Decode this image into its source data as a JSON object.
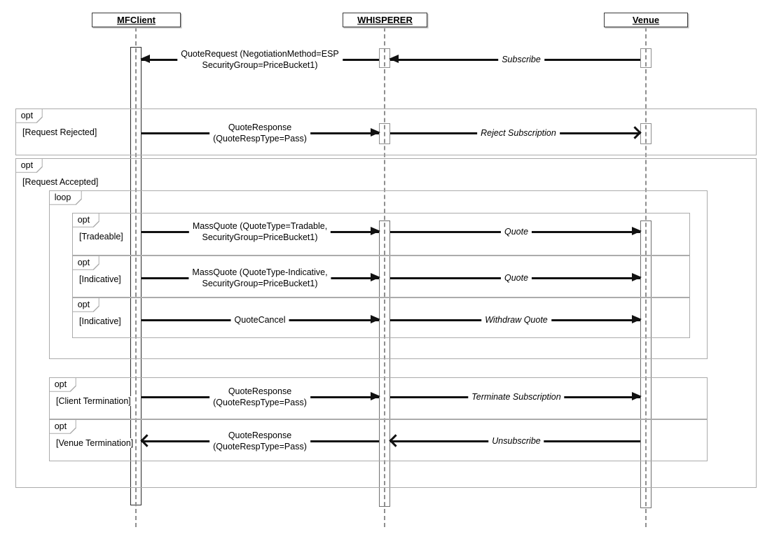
{
  "diagram_type": "uml-sequence-diagram",
  "actors": [
    {
      "name": "MFClient"
    },
    {
      "name": "WHISPERER"
    },
    {
      "name": "Venue"
    }
  ],
  "frames": [
    {
      "operator": "opt",
      "guard": "[Request Rejected]"
    },
    {
      "operator": "opt",
      "guard": "[Request Accepted]"
    },
    {
      "operator": "loop",
      "guard": ""
    },
    {
      "operator": "opt",
      "guard": "[Tradeable]"
    },
    {
      "operator": "opt",
      "guard": "[Indicative]"
    },
    {
      "operator": "opt",
      "guard": "[Indicative]"
    },
    {
      "operator": "opt",
      "guard": "[Client Termination]"
    },
    {
      "operator": "opt",
      "guard": "[Venue Termination]"
    }
  ],
  "messages": [
    {
      "from": "WHISPERER",
      "to": "MFClient",
      "line1": "QuoteRequest (NegotiationMethod=ESP",
      "line2": "SecurityGroup=PriceBucket1)"
    },
    {
      "from": "Venue",
      "to": "WHISPERER",
      "line1": "Subscribe"
    },
    {
      "from": "MFClient",
      "to": "WHISPERER",
      "line1": "QuoteResponse",
      "line2": "(QuoteRespType=Pass)"
    },
    {
      "from": "WHISPERER",
      "to": "Venue",
      "line1": "Reject Subscription"
    },
    {
      "from": "MFClient",
      "to": "WHISPERER",
      "line1": "MassQuote (QuoteType=Tradable,",
      "line2": "SecurityGroup=PriceBucket1)"
    },
    {
      "from": "WHISPERER",
      "to": "Venue",
      "line1": "Quote"
    },
    {
      "from": "MFClient",
      "to": "WHISPERER",
      "line1": "MassQuote (QuoteType-Indicative,",
      "line2": "SecurityGroup=PriceBucket1)"
    },
    {
      "from": "WHISPERER",
      "to": "Venue",
      "line1": "Quote"
    },
    {
      "from": "MFClient",
      "to": "WHISPERER",
      "line1": "QuoteCancel"
    },
    {
      "from": "WHISPERER",
      "to": "Venue",
      "line1": "Withdraw Quote"
    },
    {
      "from": "MFClient",
      "to": "WHISPERER",
      "line1": "QuoteResponse",
      "line2": "(QuoteRespType=Pass)"
    },
    {
      "from": "WHISPERER",
      "to": "Venue",
      "line1": "Terminate Subscription"
    },
    {
      "from": "WHISPERER",
      "to": "MFClient",
      "line1": "QuoteResponse",
      "line2": "(QuoteRespType=Pass)"
    },
    {
      "from": "Venue",
      "to": "WHISPERER",
      "line1": "Unsubscribe"
    }
  ],
  "colors": {
    "background": "#ffffff",
    "arrow": "#111111",
    "frame_border": "#ababab",
    "lifeline": "#8f8f8f",
    "actor_border": "#3a3a3a"
  }
}
